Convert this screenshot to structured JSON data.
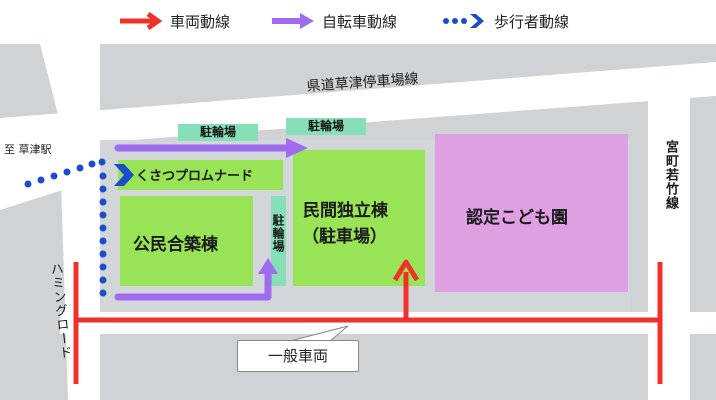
{
  "legend": {
    "car": "車両動線",
    "bicycle": "自転車動線",
    "pedestrian": "歩行者動線"
  },
  "roads": {
    "prefectural": "県道草津停車場線",
    "station_direction": "至 草津駅",
    "hamming": "ハミングロード",
    "miyamachi": "宮町若竹線"
  },
  "buildings": {
    "kominkan": "公民合築棟",
    "promenade": "くさつプロムナード",
    "private_line1": "民間独立棟",
    "private_line2": "（駐車場）",
    "kodomoen": "認定こども園"
  },
  "bike_parking": {
    "left": "駐輪場",
    "right": "駐輪場",
    "vertical": "駐輪場"
  },
  "callout": "一般車両",
  "colors": {
    "road_gray": "#cfd3d6",
    "car_red": "#f0302a",
    "bicycle_purple": "#9f6cf0",
    "pedestrian_blue": "#1c4ccc",
    "building_green": "#99e356",
    "kodomoen_pink": "#dfa0e3",
    "bike_parking_teal": "#86dfb7"
  }
}
